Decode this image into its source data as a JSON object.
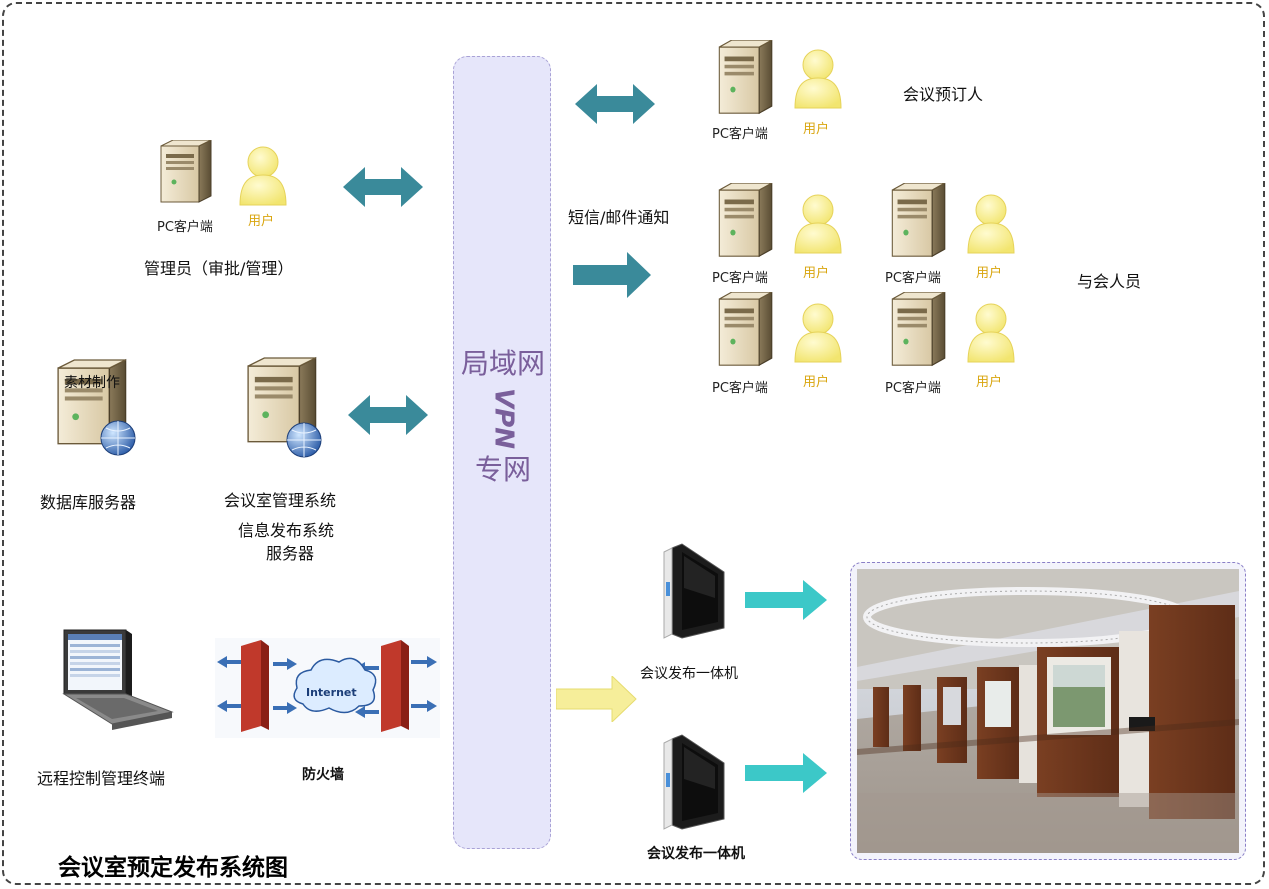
{
  "title": "会议室预定发布系统图",
  "lan_label": {
    "part1": "局域网",
    "part2": "VPN",
    "part3": "专网"
  },
  "common": {
    "pc_client": "PC客户端",
    "user": "用户"
  },
  "admin": {
    "label": "管理员（审批/管理）"
  },
  "booker": {
    "label": "会议预订人"
  },
  "notify": {
    "label": "短信/邮件通知"
  },
  "attendees": {
    "label": "与会人员"
  },
  "db_server": {
    "tag": "素材制作",
    "label": "数据库服务器"
  },
  "meeting_server": {
    "line1": "会议室管理系统",
    "line2": "信息发布系统",
    "line3": "服务器"
  },
  "remote": {
    "label": "远程控制管理终端"
  },
  "firewall": {
    "label": "防火墙",
    "cloud_text": "Internet"
  },
  "kiosk1": {
    "label": "会议发布一体机"
  },
  "kiosk2": {
    "label": "会议发布一体机"
  },
  "colors": {
    "teal_arrow": "#3a8a9a",
    "cyan_arrow": "#3cc8c8",
    "yellow_arrow": "#f6ee9a",
    "lan_fill": "#e6e6fa",
    "lan_text": "#7a5f9b",
    "user_yellow": "#f7ee8a"
  }
}
